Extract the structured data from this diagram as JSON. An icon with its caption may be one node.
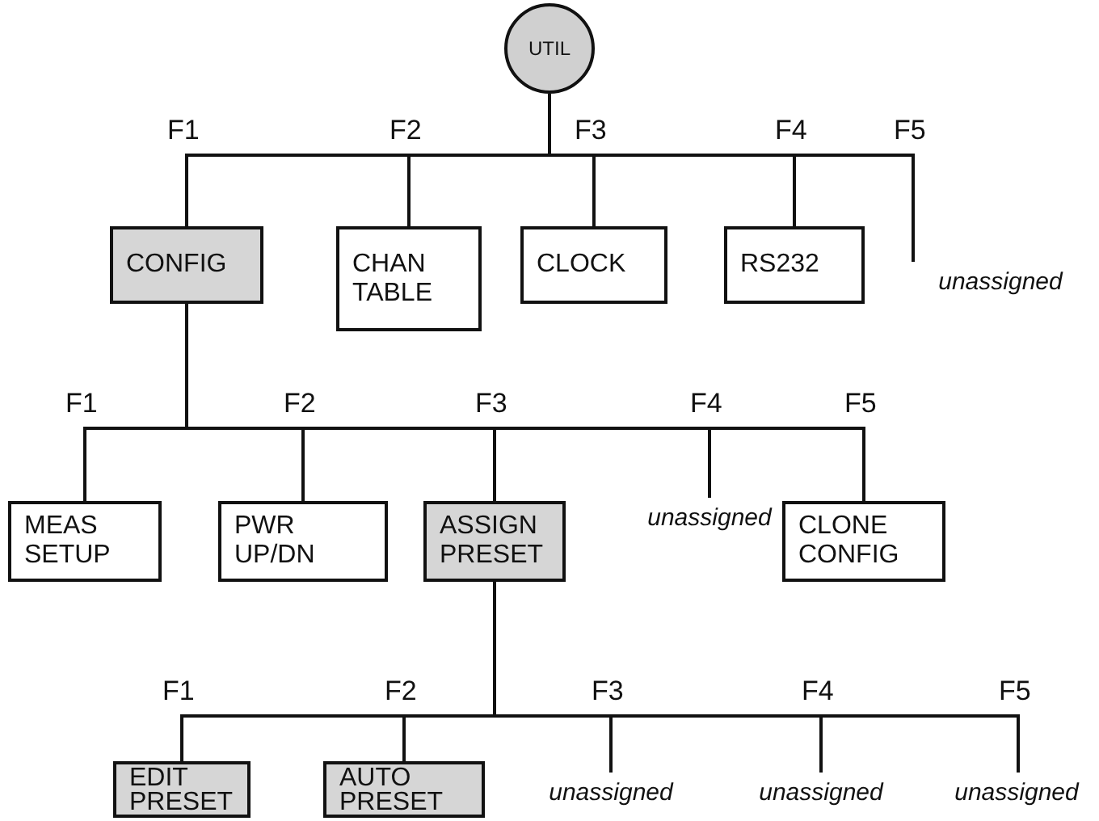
{
  "diagram": {
    "nodes": [
      {
        "text": [
          "UTIL"
        ]
      },
      {
        "text": [
          "CONFIG"
        ]
      },
      {
        "text": [
          "CHAN TABLE"
        ]
      },
      {
        "text": [
          "CLOCK"
        ]
      },
      {
        "text": [
          "RS232"
        ]
      },
      {
        "text": [
          "unassigned"
        ]
      },
      {
        "text": [
          "MEAS SETUP"
        ]
      },
      {
        "text": [
          "PWR UP/DN"
        ]
      },
      {
        "text": [
          "ASSIGN PRESET"
        ]
      },
      {
        "text": [
          "unassigned"
        ]
      },
      {
        "text": [
          "CLONE CONFIG"
        ]
      },
      {
        "text": [
          "EDIT PRESET"
        ]
      },
      {
        "text": [
          "AUTO PRESET"
        ]
      },
      {
        "text": [
          "unassigned"
        ]
      },
      {
        "text": [
          "unassigned"
        ]
      },
      {
        "text": [
          "unassigned"
        ]
      }
    ],
    "edges": [
      {
        "from": 0,
        "to": 1,
        "arrow": "none",
        "label": "F1"
      },
      {
        "from": 0,
        "to": 2,
        "arrow": "none",
        "label": "F2"
      },
      {
        "from": 0,
        "to": 3,
        "arrow": "none",
        "label": "F3"
      },
      {
        "from": 0,
        "to": 4,
        "arrow": "none",
        "label": "F4"
      },
      {
        "from": 0,
        "to": 5,
        "arrow": "none",
        "label": "F5"
      },
      {
        "from": 1,
        "to": 6,
        "arrow": "none",
        "label": "F1"
      },
      {
        "from": 1,
        "to": 7,
        "arrow": "none",
        "label": "F2"
      },
      {
        "from": 1,
        "to": 8,
        "arrow": "none",
        "label": "F3"
      },
      {
        "from": 1,
        "to": 9,
        "arrow": "none",
        "label": "F4"
      },
      {
        "from": 1,
        "to": 10,
        "arrow": "none",
        "label": "F5"
      },
      {
        "from": 8,
        "to": 11,
        "arrow": "none",
        "label": "F1"
      },
      {
        "from": 8,
        "to": 12,
        "arrow": "none",
        "label": "F2"
      },
      {
        "from": 8,
        "to": 13,
        "arrow": "none",
        "label": "F3"
      },
      {
        "from": 8,
        "to": 14,
        "arrow": "none",
        "label": "F4"
      },
      {
        "from": 8,
        "to": 15,
        "arrow": "none",
        "label": "F5"
      }
    ]
  }
}
